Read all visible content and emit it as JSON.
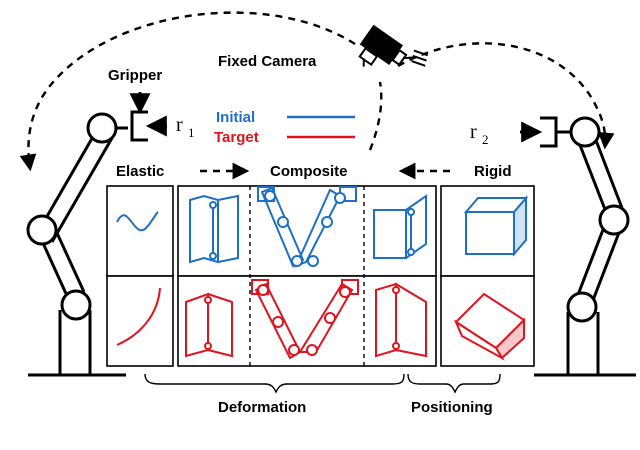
{
  "labels": {
    "gripper": "Gripper",
    "fixed_camera": "Fixed Camera",
    "elastic": "Elastic",
    "composite": "Composite",
    "rigid": "Rigid",
    "deformation": "Deformation",
    "positioning": "Positioning"
  },
  "legend": {
    "initial": "Initial",
    "target": "Target"
  },
  "math": {
    "r1_base": "r",
    "r1_sub": "1",
    "r2_base": "r",
    "r2_sub": "2"
  },
  "colors": {
    "initial": "#1f6fc5",
    "target": "#e0141e",
    "rigid_shade": "#cfe3f7",
    "rigid_shade_target": "#f7c9cc"
  },
  "icons": [
    "robot-arm-left-icon",
    "robot-arm-right-icon",
    "camera-icon",
    "gripper-icon"
  ]
}
